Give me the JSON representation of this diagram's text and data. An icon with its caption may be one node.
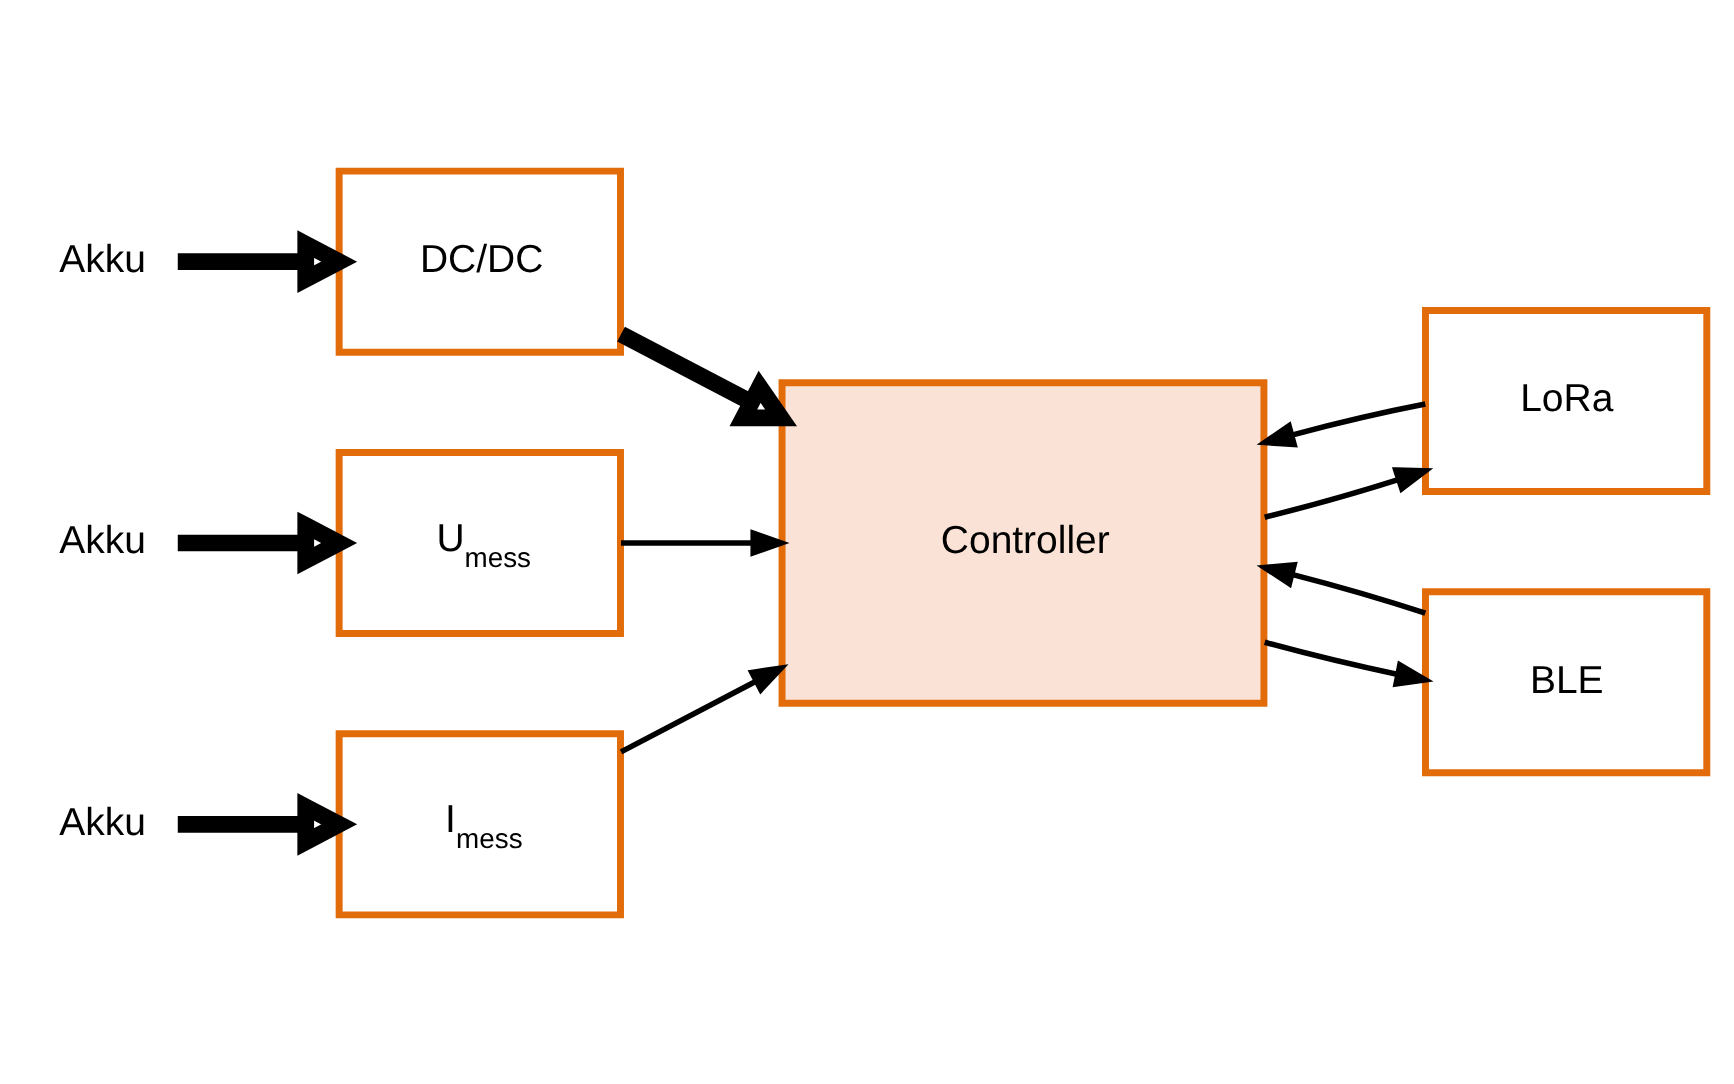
{
  "diagram": {
    "nodes": [
      {
        "text": [
          "Akku"
        ]
      },
      {
        "text": [
          "DC/DC"
        ]
      },
      {
        "text": [
          "Akku"
        ]
      },
      {
        "text": [
          "U$_{mess}$"
        ]
      },
      {
        "text": [
          "Akku"
        ]
      },
      {
        "text": [
          "I$_{mess}$"
        ]
      },
      {
        "text": [
          "Controller"
        ]
      },
      {
        "text": [
          "LoRa"
        ]
      },
      {
        "text": [
          "BLE"
        ]
      }
    ],
    "edges": [
      {
        "from": 0,
        "to": 1,
        "arrow": "to",
        "style": "thick"
      },
      {
        "from": 2,
        "to": 3,
        "arrow": "to",
        "style": "thick"
      },
      {
        "from": 4,
        "to": 5,
        "arrow": "to",
        "style": "thick"
      },
      {
        "from": 1,
        "to": 6,
        "arrow": "to",
        "style": "thick"
      },
      {
        "from": 3,
        "to": 6,
        "arrow": "to"
      },
      {
        "from": 5,
        "to": 6,
        "arrow": "to"
      },
      {
        "from": 6,
        "to": 7,
        "arrow": "to"
      },
      {
        "from": 7,
        "to": 6,
        "arrow": "to"
      },
      {
        "from": 6,
        "to": 8,
        "arrow": "to"
      },
      {
        "from": 8,
        "to": 6,
        "arrow": "to"
      }
    ]
  }
}
